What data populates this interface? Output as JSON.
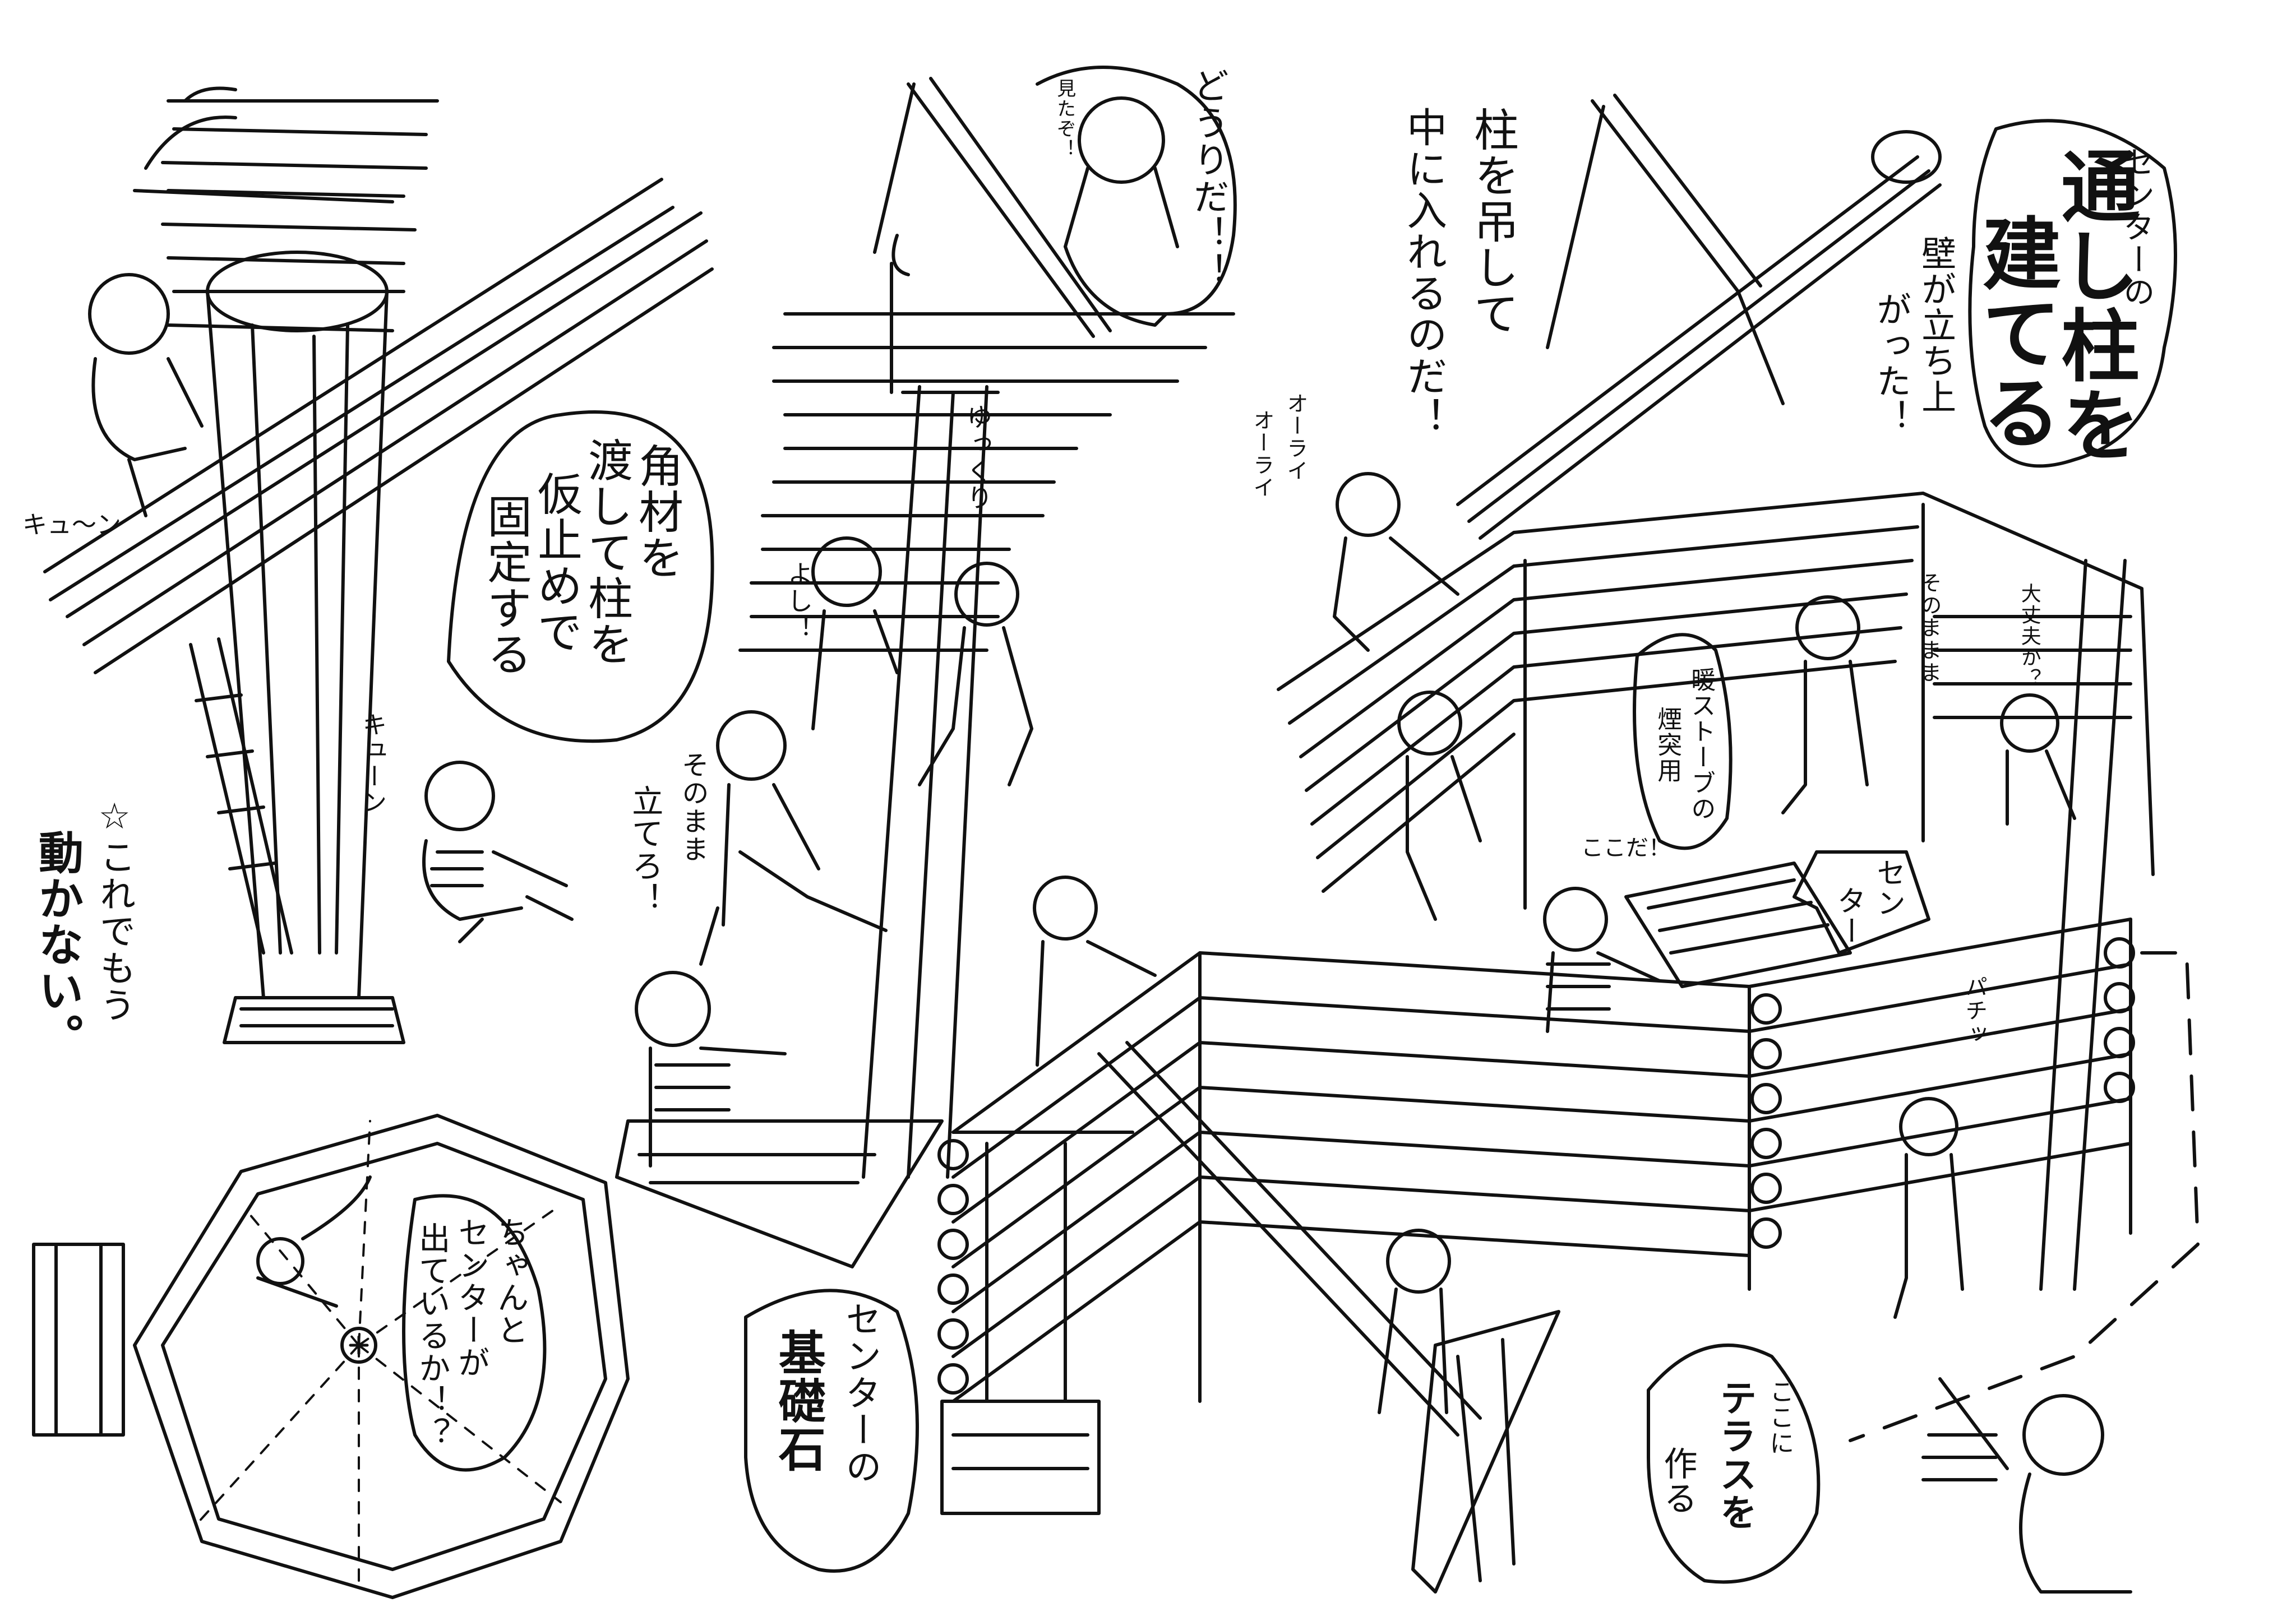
{
  "title": {
    "small": "センターの",
    "line1": "通し柱を",
    "line2": "建てる"
  },
  "bubbles": {
    "kakuzai": [
      "角材を",
      "渡して柱を",
      "仮止めで",
      "固定する"
    ],
    "hashira_tsuru": [
      "柱を吊して",
      "中に入れるのだ！"
    ],
    "kabe": [
      "壁が立ち上",
      "がった！"
    ],
    "douda": [
      "どうりだ！！"
    ],
    "mitare": [
      "見たぞ！"
    ],
    "sonomama": [
      "そのまま",
      "立てろ！"
    ],
    "chanto": [
      "ちゃんと",
      "センターが",
      "出ているか！？"
    ],
    "kiso": [
      "センターの",
      "基礎石"
    ],
    "terrace": [
      "ここに",
      "テラスを",
      "作る"
    ],
    "danro": [
      "暖ストーブの",
      "煙突用"
    ],
    "center": [
      "セン",
      "ター"
    ],
    "oorai": [
      "オーライ",
      "オーライ"
    ],
    "sonomama2": [
      "そのままま"
    ],
    "daijoubu": [
      "大丈夫か？"
    ],
    "note": [
      "☆これでもう",
      "動かない。"
    ]
  },
  "sfx": {
    "kyun1": "キュ〜ン",
    "kyun2": "キューン",
    "yukkuri": "ゆっくり",
    "yoshi": "よし！",
    "pachi": "パチッ",
    "koko": "ここだ！"
  },
  "colors": {
    "ink": "#111111",
    "paper": "#ffffff"
  }
}
